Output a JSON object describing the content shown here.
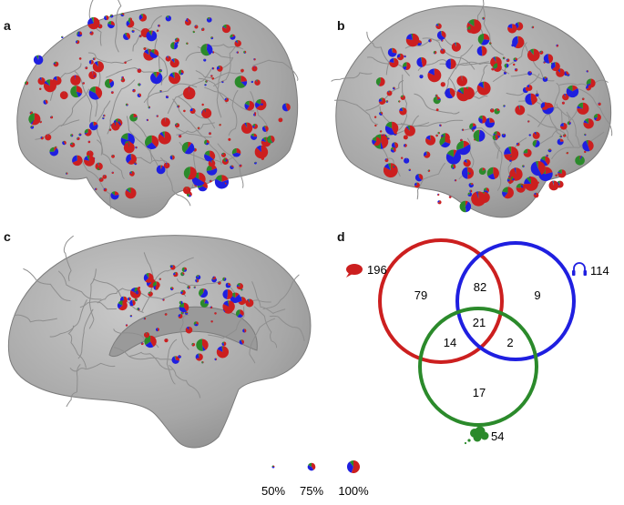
{
  "panels": {
    "a": "a",
    "b": "b",
    "c": "c",
    "d": "d"
  },
  "colors": {
    "speech": "#cc1f1f",
    "listening": "#1f1fe0",
    "third": "#2b8a2b",
    "brain": "#a9a9a9",
    "brain_edge": "#7c7c7c",
    "brain_sulcus": "#8e8e8e"
  },
  "icons": {
    "speech": "speech-bubble-icon",
    "listening": "headphones-icon",
    "third": "thought-cloud-icon"
  },
  "legend": {
    "levels": [
      {
        "label": "50%",
        "fraction": 0.5
      },
      {
        "label": "75%",
        "fraction": 0.75
      },
      {
        "label": "100%",
        "fraction": 1.0
      }
    ]
  },
  "venn": {
    "sets": [
      {
        "key": "speech",
        "total": "196"
      },
      {
        "key": "listening",
        "total": "114"
      },
      {
        "key": "third",
        "total": "54"
      }
    ],
    "regions": {
      "speech_only": "79",
      "listening_only": "9",
      "third_only": "17",
      "speech_listening": "82",
      "speech_third": "14",
      "listening_third": "2",
      "all_three": "21"
    }
  }
}
